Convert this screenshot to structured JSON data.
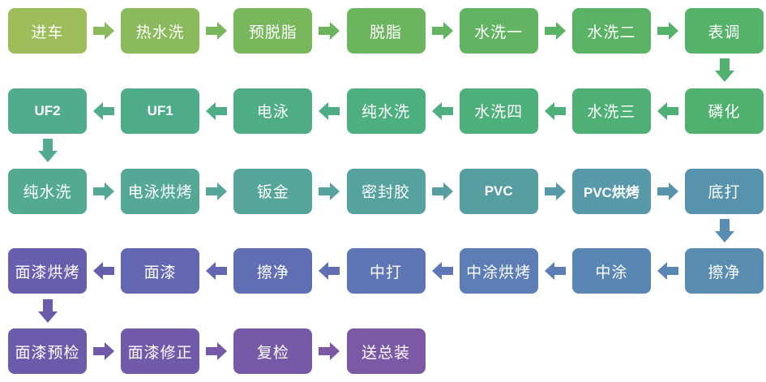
{
  "diagram": {
    "background_color": "#ffffff",
    "text_color": "#ffffff",
    "flow": {
      "nodes": [
        {
          "id": "car-entry",
          "label": "进车",
          "row": 0,
          "col": 0,
          "color": "#9cbd59"
        },
        {
          "id": "hot-water-wash",
          "label": "热水洗",
          "row": 0,
          "col": 1,
          "color": "#8aba5b"
        },
        {
          "id": "pre-degrease",
          "label": "预脱脂",
          "row": 0,
          "col": 2,
          "color": "#79b75d"
        },
        {
          "id": "degrease",
          "label": "脱脂",
          "row": 0,
          "col": 3,
          "color": "#6cb55f"
        },
        {
          "id": "water-wash-1",
          "label": "水洗一",
          "row": 0,
          "col": 4,
          "color": "#62b462"
        },
        {
          "id": "water-wash-2",
          "label": "水洗二",
          "row": 0,
          "col": 5,
          "color": "#5ab365"
        },
        {
          "id": "surface-conditioning",
          "label": "表调",
          "row": 0,
          "col": 6,
          "color": "#54b269"
        },
        {
          "id": "phosphating",
          "label": "磷化",
          "row": 1,
          "col": 6,
          "color": "#50b16e"
        },
        {
          "id": "water-wash-3",
          "label": "水洗三",
          "row": 1,
          "col": 5,
          "color": "#4eb074"
        },
        {
          "id": "water-wash-4",
          "label": "水洗四",
          "row": 1,
          "col": 4,
          "color": "#4daf7a"
        },
        {
          "id": "pure-water-wash-1",
          "label": "纯水洗",
          "row": 1,
          "col": 3,
          "color": "#4dae80"
        },
        {
          "id": "electrophoresis",
          "label": "电泳",
          "row": 1,
          "col": 2,
          "color": "#4ead85"
        },
        {
          "id": "uf1",
          "label": "UF1",
          "row": 1,
          "col": 1,
          "color": "#4fac89",
          "bold": true
        },
        {
          "id": "uf2",
          "label": "UF2",
          "row": 1,
          "col": 0,
          "color": "#51ab8d",
          "bold": true
        },
        {
          "id": "pure-water-wash-2",
          "label": "纯水洗",
          "row": 2,
          "col": 0,
          "color": "#53aa91"
        },
        {
          "id": "ed-baking",
          "label": "电泳烘烤",
          "row": 2,
          "col": 1,
          "color": "#54a895"
        },
        {
          "id": "sheet-metal",
          "label": "钣金",
          "row": 2,
          "col": 2,
          "color": "#55a599"
        },
        {
          "id": "sealant",
          "label": "密封胶",
          "row": 2,
          "col": 3,
          "color": "#56a29e"
        },
        {
          "id": "pvc",
          "label": "PVC",
          "row": 2,
          "col": 4,
          "color": "#579ea3",
          "bold": true
        },
        {
          "id": "pvc-baking",
          "label": "PVC烘烤",
          "row": 2,
          "col": 5,
          "color": "#5799a8",
          "bold": true
        },
        {
          "id": "primer-sanding",
          "label": "底打",
          "row": 2,
          "col": 6,
          "color": "#5793ad"
        },
        {
          "id": "wipe-clean-1",
          "label": "擦净",
          "row": 3,
          "col": 6,
          "color": "#588db1"
        },
        {
          "id": "mid-coat",
          "label": "中涂",
          "row": 3,
          "col": 5,
          "color": "#5a86b4"
        },
        {
          "id": "mid-coat-baking",
          "label": "中涂烘烤",
          "row": 3,
          "col": 4,
          "color": "#5c7eb5"
        },
        {
          "id": "mid-sanding",
          "label": "中打",
          "row": 3,
          "col": 3,
          "color": "#5e76b5"
        },
        {
          "id": "wipe-clean-2",
          "label": "擦净",
          "row": 3,
          "col": 2,
          "color": "#606eb3"
        },
        {
          "id": "topcoat",
          "label": "面漆",
          "row": 3,
          "col": 1,
          "color": "#6366b1"
        },
        {
          "id": "topcoat-baking",
          "label": "面漆烘烤",
          "row": 3,
          "col": 0,
          "color": "#675fae"
        },
        {
          "id": "topcoat-pre-inspection",
          "label": "面漆预检",
          "row": 4,
          "col": 0,
          "color": "#6b5cab"
        },
        {
          "id": "topcoat-correction",
          "label": "面漆修正",
          "row": 4,
          "col": 1,
          "color": "#705aa9"
        },
        {
          "id": "re-inspection",
          "label": "复检",
          "row": 4,
          "col": 2,
          "color": "#7659a7"
        },
        {
          "id": "send-to-assembly",
          "label": "送总装",
          "row": 4,
          "col": 3,
          "color": "#7c59a5"
        }
      ],
      "arrows": [
        {
          "dir": "right",
          "row": 0,
          "col": 0,
          "color": "#8aba5b"
        },
        {
          "dir": "right",
          "row": 0,
          "col": 1,
          "color": "#79b75d"
        },
        {
          "dir": "right",
          "row": 0,
          "col": 2,
          "color": "#6cb55f"
        },
        {
          "dir": "right",
          "row": 0,
          "col": 3,
          "color": "#62b462"
        },
        {
          "dir": "right",
          "row": 0,
          "col": 4,
          "color": "#5ab365"
        },
        {
          "dir": "right",
          "row": 0,
          "col": 5,
          "color": "#54b269"
        },
        {
          "dir": "down",
          "row": 0,
          "col": 6,
          "color": "#50b16e"
        },
        {
          "dir": "left",
          "row": 1,
          "col": 5,
          "color": "#4eb074"
        },
        {
          "dir": "left",
          "row": 1,
          "col": 4,
          "color": "#4daf7a"
        },
        {
          "dir": "left",
          "row": 1,
          "col": 3,
          "color": "#4dae80"
        },
        {
          "dir": "left",
          "row": 1,
          "col": 2,
          "color": "#4ead85"
        },
        {
          "dir": "left",
          "row": 1,
          "col": 1,
          "color": "#4fac89"
        },
        {
          "dir": "left",
          "row": 1,
          "col": 0,
          "color": "#51ab8d"
        },
        {
          "dir": "down",
          "row": 1,
          "col": 0,
          "color": "#53aa91"
        },
        {
          "dir": "right",
          "row": 2,
          "col": 0,
          "color": "#54a895"
        },
        {
          "dir": "right",
          "row": 2,
          "col": 1,
          "color": "#55a599"
        },
        {
          "dir": "right",
          "row": 2,
          "col": 2,
          "color": "#56a29e"
        },
        {
          "dir": "right",
          "row": 2,
          "col": 3,
          "color": "#579ea3"
        },
        {
          "dir": "right",
          "row": 2,
          "col": 4,
          "color": "#5799a8"
        },
        {
          "dir": "right",
          "row": 2,
          "col": 5,
          "color": "#5793ad"
        },
        {
          "dir": "down",
          "row": 2,
          "col": 6,
          "color": "#588db1"
        },
        {
          "dir": "left",
          "row": 3,
          "col": 5,
          "color": "#5a86b4"
        },
        {
          "dir": "left",
          "row": 3,
          "col": 4,
          "color": "#5c7eb5"
        },
        {
          "dir": "left",
          "row": 3,
          "col": 3,
          "color": "#5e76b5"
        },
        {
          "dir": "left",
          "row": 3,
          "col": 2,
          "color": "#606eb3"
        },
        {
          "dir": "left",
          "row": 3,
          "col": 1,
          "color": "#6366b1"
        },
        {
          "dir": "left",
          "row": 3,
          "col": 0,
          "color": "#675fae"
        },
        {
          "dir": "down",
          "row": 3,
          "col": 0,
          "color": "#6b5cab"
        },
        {
          "dir": "right",
          "row": 4,
          "col": 0,
          "color": "#705aa9"
        },
        {
          "dir": "right",
          "row": 4,
          "col": 1,
          "color": "#7659a7"
        },
        {
          "dir": "right",
          "row": 4,
          "col": 2,
          "color": "#7c59a5"
        }
      ]
    }
  }
}
